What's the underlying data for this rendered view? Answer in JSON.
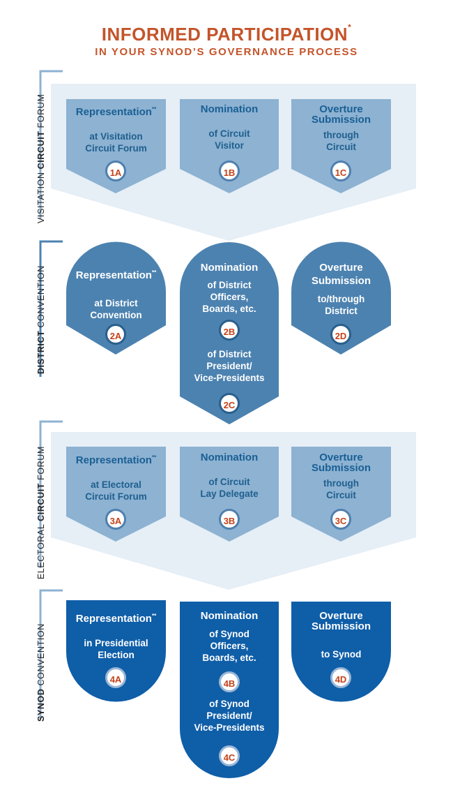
{
  "header": {
    "title": "INFORMED PARTICIPATION",
    "title_mark": "*",
    "subtitle": "IN YOUR SYNOD’S GOVERNANCE PROCESS"
  },
  "colors": {
    "accent": "#c4542a",
    "light_band": "#e6eef6",
    "light_card": "#8db2d2",
    "district_card": "#4c82b0",
    "synod_card": "#0f5ea8",
    "bracket": "#8db2d2"
  },
  "sections": [
    {
      "label_pre": "VISITATION ",
      "label_bold": "CIRCUIT",
      "label_post": " FORUM",
      "cards": [
        {
          "head": "Representation",
          "mark": "**",
          "body1": "at Visitation",
          "body2": "Circuit Forum",
          "badge": "1A"
        },
        {
          "head": "Nomination",
          "body1": "of Circuit",
          "body2": "Visitor",
          "badge": "1B"
        },
        {
          "head": "Overture",
          "head2": "Submission",
          "body1": "through",
          "body2": "Circuit",
          "badge": "1C"
        }
      ]
    },
    {
      "label_pre": "",
      "label_bold": "DISTRICT",
      "label_post": " CONVENTION",
      "cards": [
        {
          "head": "Representation",
          "mark": "**",
          "body1": "at District",
          "body2": "Convention",
          "badge": "2A"
        },
        {
          "head": "Nomination",
          "body1": "of District",
          "body2": "Officers,",
          "body3": "Boards, etc.",
          "badge": "2B",
          "body4": "of District",
          "body5": "President/",
          "body6": "Vice-Presidents",
          "badge2": "2C"
        },
        {
          "head": "Overture",
          "head2": "Submission",
          "body1": "to/through",
          "body2": "District",
          "badge": "2D"
        }
      ]
    },
    {
      "label_pre": "ELECTORAL ",
      "label_bold": "CIRCUIT",
      "label_post": " FORUM",
      "cards": [
        {
          "head": "Representation",
          "mark": "**",
          "body1": "at Electoral",
          "body2": "Circuit Forum",
          "badge": "3A"
        },
        {
          "head": "Nomination",
          "body1": "of Circuit",
          "body2": "Lay Delegate",
          "badge": "3B"
        },
        {
          "head": "Overture",
          "head2": "Submission",
          "body1": "through",
          "body2": "Circuit",
          "badge": "3C"
        }
      ]
    },
    {
      "label_pre": "",
      "label_bold": "SYNOD",
      "label_post": " CONVENTION",
      "cards": [
        {
          "head": "Representation",
          "mark": "**",
          "body1": "in Presidential",
          "body2": "Election",
          "badge": "4A"
        },
        {
          "head": "Nomination",
          "body1": "of Synod",
          "body2": "Officers,",
          "body3": "Boards, etc.",
          "badge": "4B",
          "body4": "of Synod",
          "body5": "President/",
          "body6": "Vice-Presidents",
          "badge2": "4C"
        },
        {
          "head": "Overture",
          "head2": "Submission",
          "body1": "to Synod",
          "badge": "4D"
        }
      ]
    }
  ]
}
